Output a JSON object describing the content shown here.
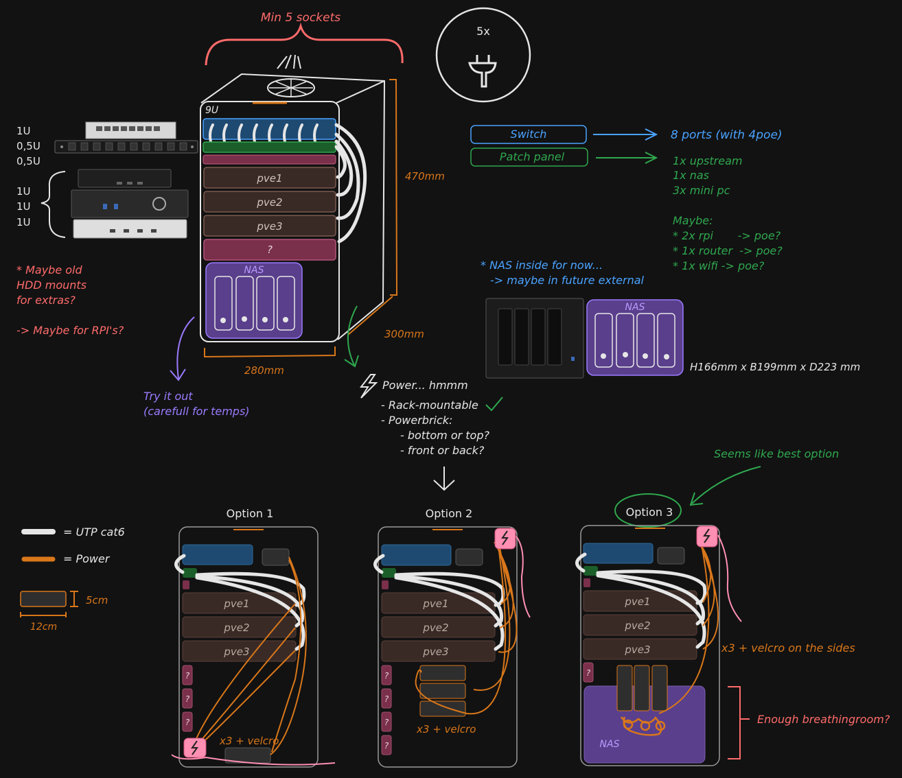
{
  "colors": {
    "background": "#121212",
    "white": "#e6e6e6",
    "red": "#ff6b6b",
    "orange": "#d9771a",
    "blue": "#4aa3ff",
    "green": "#2fa84f",
    "purple": "#9b7bff",
    "pink": "#ff8fb3",
    "unit_brown": "#3a2a26",
    "nas_purple": "#5a3f8c",
    "switch_blue": "#1e4a72",
    "patch_green": "#1b5e2a",
    "magenta_unit": "#7a2f4a",
    "dark_box": "#2e2e2e"
  },
  "header": {
    "sockets": "Min 5 sockets",
    "plug_count": "5x"
  },
  "rack": {
    "size_label": "9U",
    "height": "470mm",
    "depth": "300mm",
    "width": "280mm",
    "units": {
      "pve1": "pve1",
      "pve2": "pve2",
      "pve3": "pve3",
      "unknown": "?",
      "nas": "NAS"
    }
  },
  "left_labels": {
    "u1": "1U",
    "u2": "0,5U",
    "u3": "0,5U",
    "u4": "1U",
    "u5": "1U",
    "u6": "1U"
  },
  "notes": {
    "hdd_1": "* Maybe old",
    "hdd_2": "HDD mounts",
    "hdd_3": "for extras?",
    "rpi": "-> Maybe for RPI's?",
    "try_1": "Try it out",
    "try_2": "(carefull for temps)",
    "nas_inside_1": "* NAS inside for now...",
    "nas_inside_2": "-> maybe in future external",
    "nas_dims": "H166mm x B199mm x D223 mm",
    "nas_label": "NAS"
  },
  "legend_top": {
    "switch": "Switch",
    "patch": "Patch panel",
    "ports": "8 ports (with 4poe)",
    "upstream": "1x upstream",
    "nas": "1x nas",
    "minipc": "3x mini pc",
    "maybe": "Maybe:",
    "rpi": "* 2x rpi       -> poe?",
    "router": "* 1x router  -> poe?",
    "wifi": "* 1x wifi -> poe?"
  },
  "power": {
    "title": "Power... hmmm",
    "rack": "- Rack-mountable",
    "brick": "- Powerbrick:",
    "bottom": "- bottom or top?",
    "front": "- front or back?"
  },
  "legend_bottom": {
    "utp": "= UTP cat6",
    "power": "= Power",
    "h": "5cm",
    "w": "12cm"
  },
  "options": {
    "o1": {
      "title": "Option 1",
      "note": "x3 + velcro"
    },
    "o2": {
      "title": "Option 2",
      "note": "x3 + velcro"
    },
    "o3": {
      "title": "Option 3",
      "note": "x3 + velcro on the sides",
      "best": "Seems like best option",
      "breathing": "Enough breathingroom?",
      "nas": "NAS"
    }
  }
}
